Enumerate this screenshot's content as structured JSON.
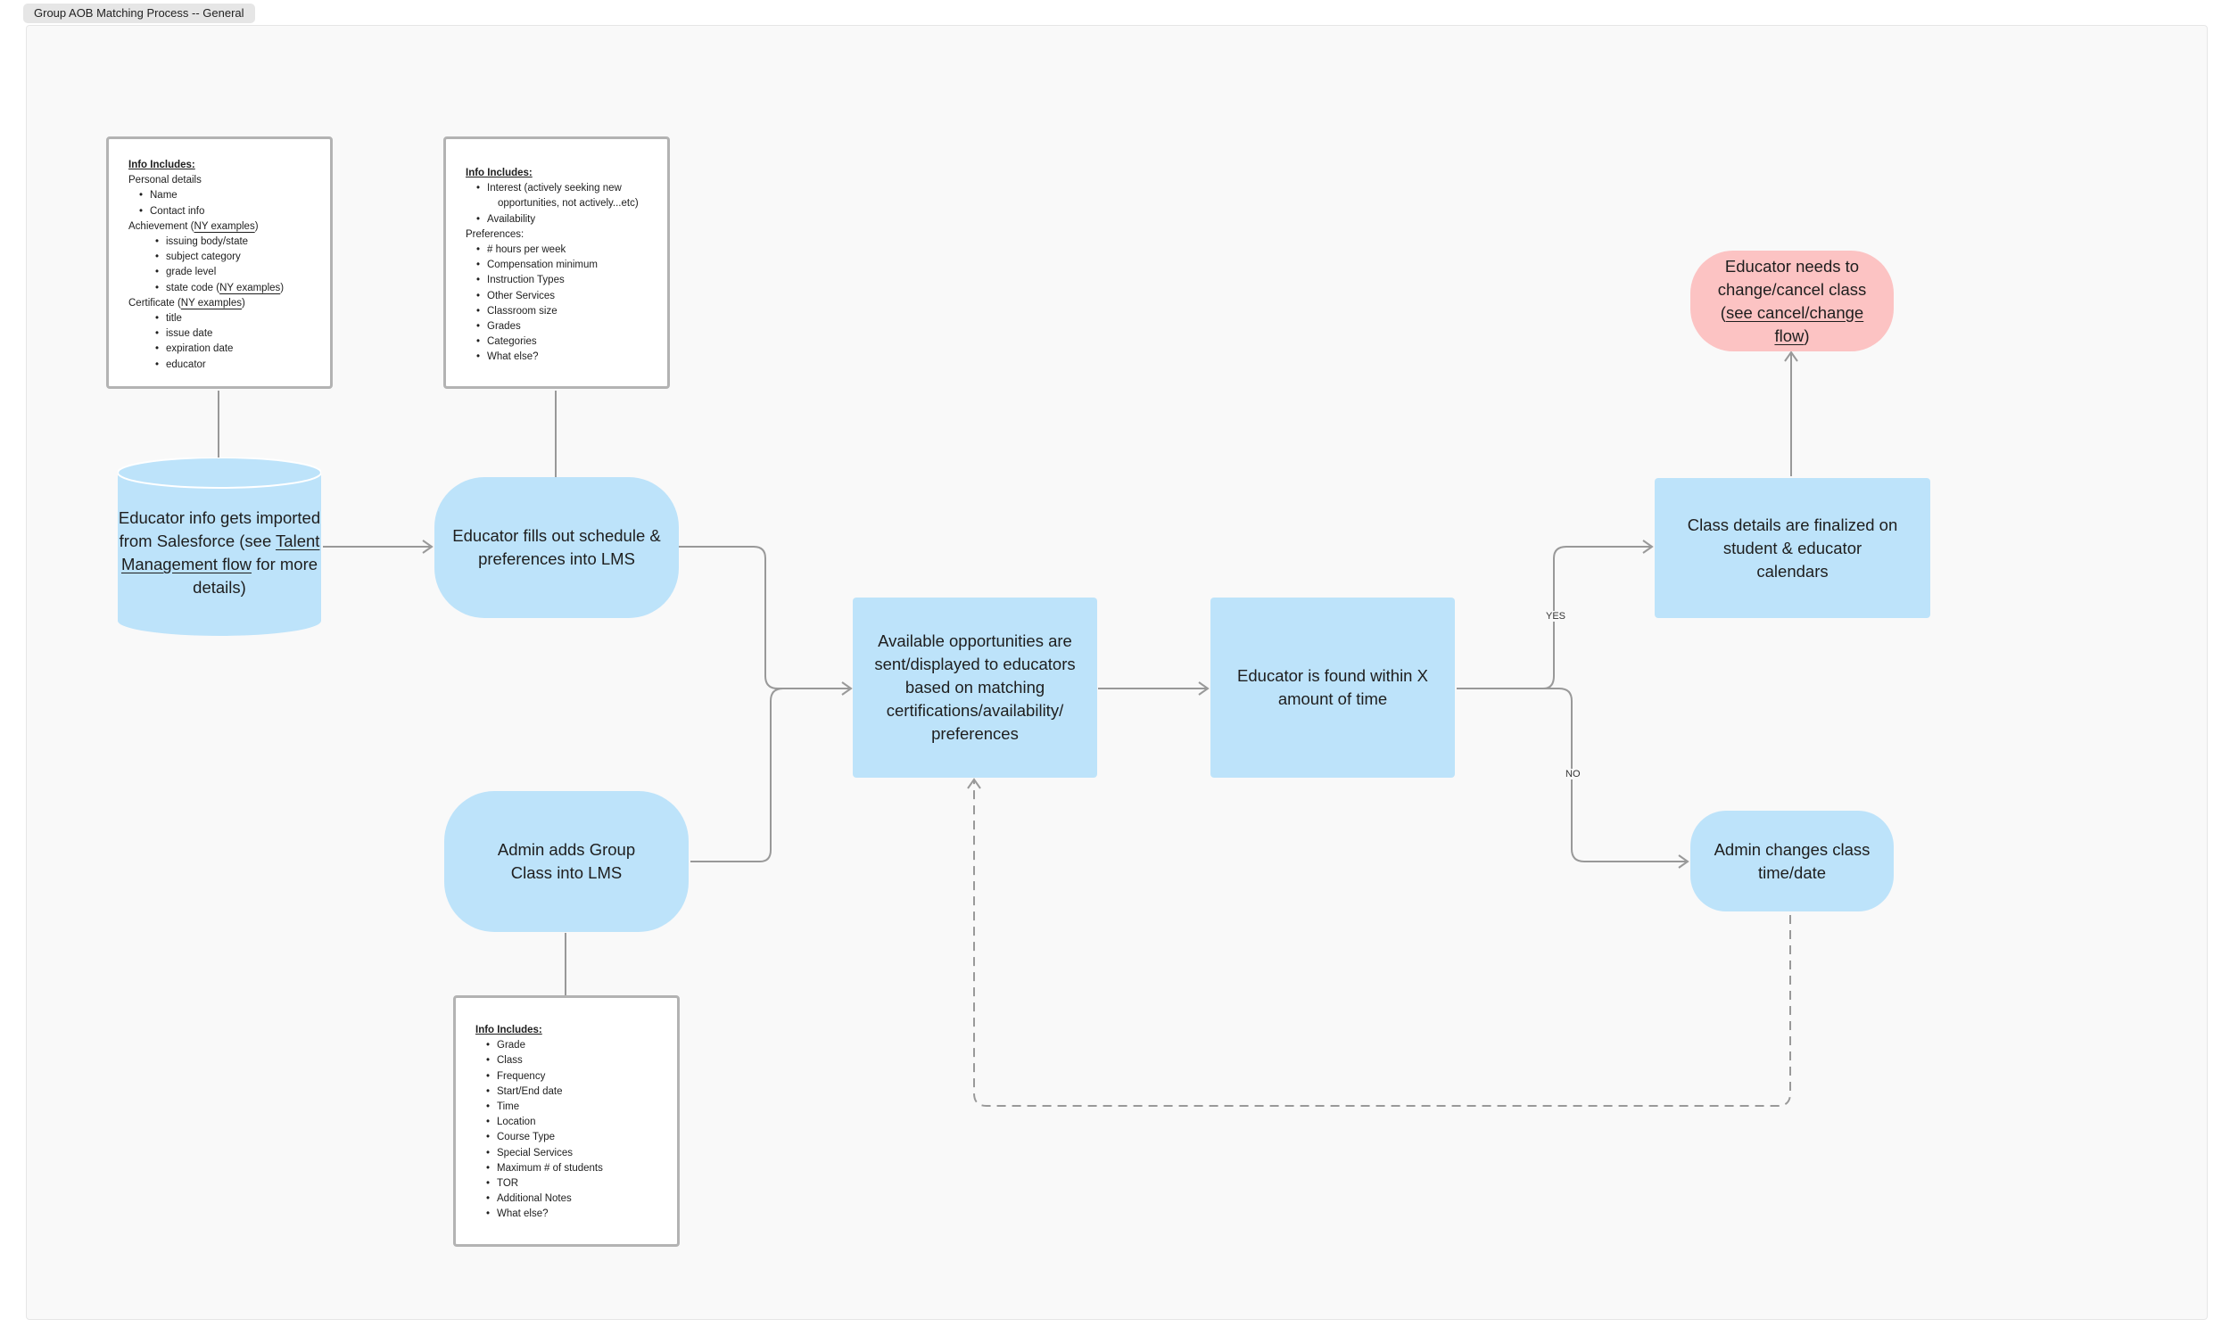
{
  "section_title": "Group AOB Matching Process -- General",
  "nodes": {
    "salesforce": {
      "before": "Educator info gets imported from Salesforce (see ",
      "link": "Talent Management flow",
      "after": " for more details)"
    },
    "schedule": "Educator fills out schedule & preferences into LMS",
    "admin_adds": "Admin adds Group Class into LMS",
    "opportunities": "Available opportunities are sent/displayed to educators based on matching certifications/availability/ preferences",
    "found": "Educator is found within X amount of time",
    "finalized": "Class details are finalized on student & educator calendars",
    "cancel": {
      "before": "Educator needs to change/cancel class (",
      "link": "see cancel/change flow",
      "after": ")"
    },
    "admin_changes": "Admin changes class time/date"
  },
  "edge_labels": {
    "yes": "YES",
    "no": "NO"
  },
  "notes": {
    "educator_info": {
      "heading": "Info Includes:",
      "personal": "Personal details",
      "personal_items": [
        "Name",
        "Contact info"
      ],
      "achievement_before": "Achievement (",
      "achievement_link": "NY examples",
      "achievement_after": ")",
      "achievement_items": [
        "issuing body/state",
        "subject category",
        "grade level"
      ],
      "state_code_before": "state code (",
      "state_code_link": "NY examples",
      "state_code_after": ")",
      "certificate_before": "Certificate (",
      "certificate_link": "NY examples",
      "certificate_after": ")",
      "certificate_items": [
        "title",
        "issue date",
        "expiration date",
        "educator"
      ]
    },
    "preferences": {
      "heading": "Info Includes:",
      "top_items": [
        "Interest (actively seeking new",
        "Availability"
      ],
      "interest_cont": "opportunities, not actively...etc)",
      "pref_label": "Preferences:",
      "pref_items": [
        "# hours per week",
        "Compensation minimum",
        "Instruction Types",
        "Other Services",
        "Classroom size",
        "Grades",
        "Categories",
        "What else?"
      ]
    },
    "group_class": {
      "heading": "Info Includes:",
      "items": [
        "Grade",
        "Class",
        "Frequency",
        "Start/End date",
        "Time",
        "Location",
        "Course Type",
        "Special Services",
        "Maximum # of students",
        "TOR",
        "Additional Notes",
        "What else?"
      ]
    }
  }
}
